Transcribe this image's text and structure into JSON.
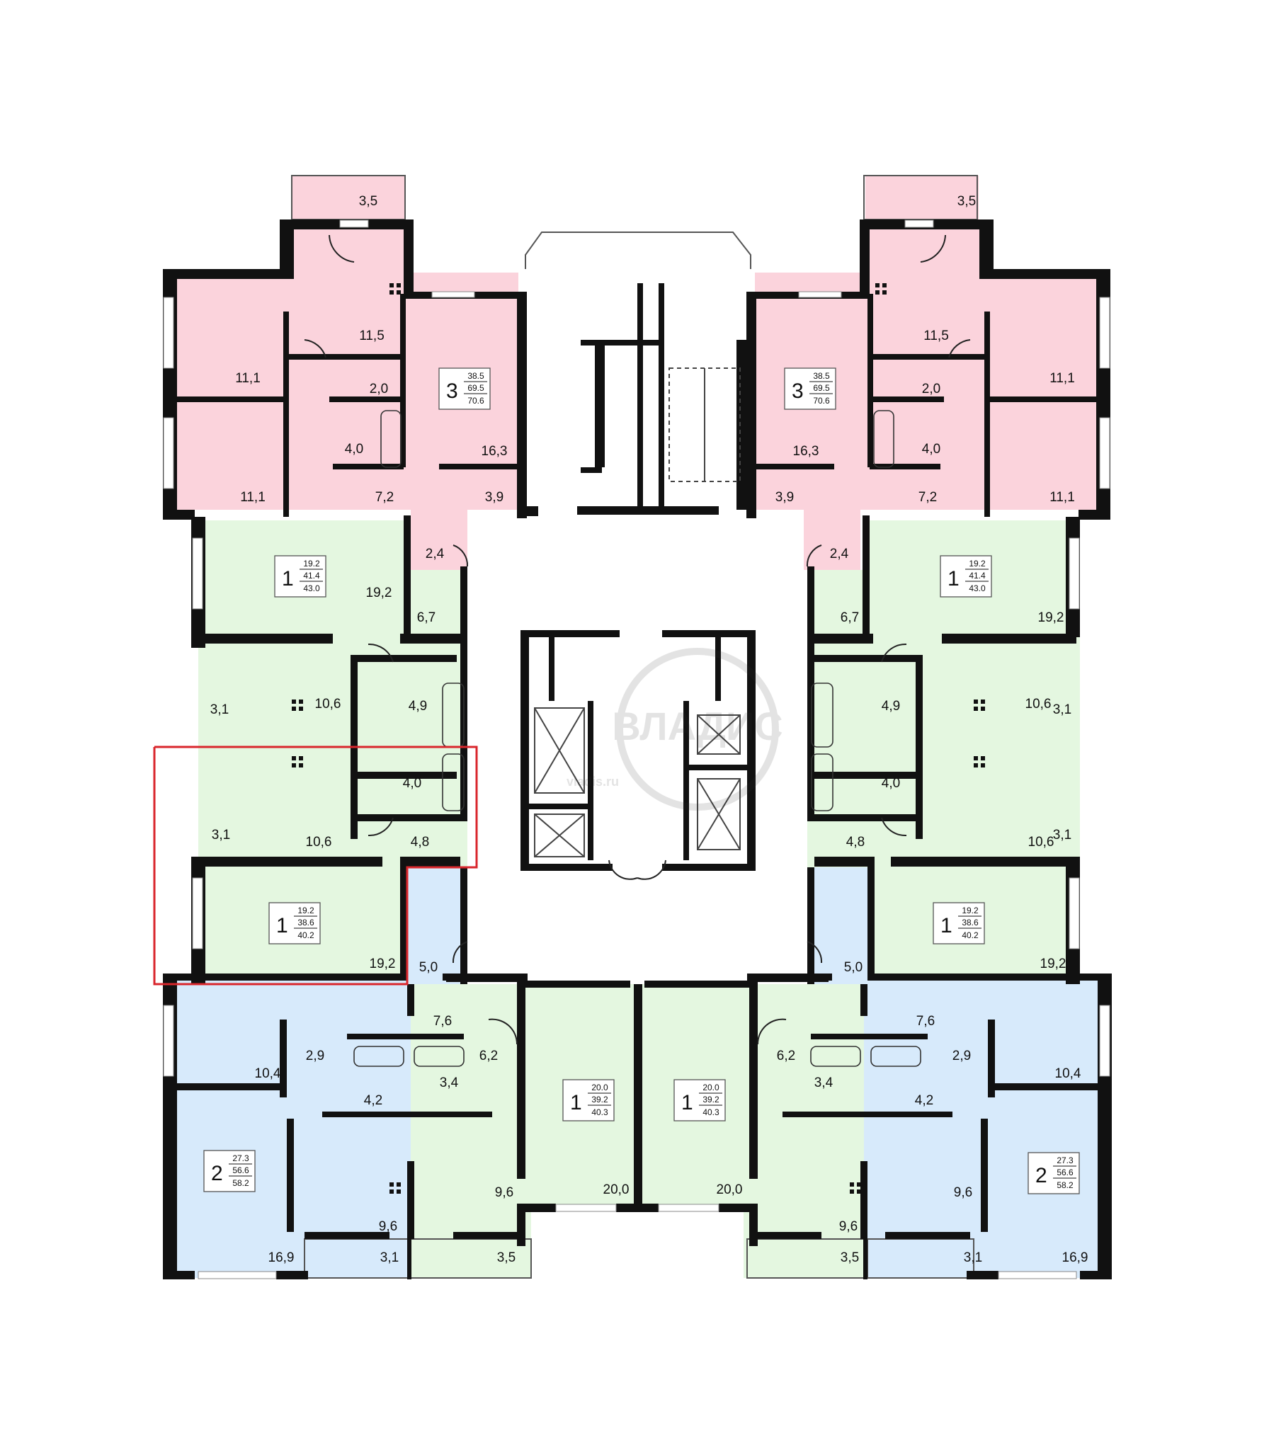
{
  "colors": {
    "three_room": "#fbd3dc",
    "one_room": "#e4f7e0",
    "two_room": "#d7eafb",
    "wall": "#111111",
    "highlight": "#d9262c",
    "window": "#ffffff"
  },
  "watermark": {
    "brand": "ВЛАДИС",
    "site": "vladis.ru"
  },
  "apartment_badges": [
    {
      "id": "t-left",
      "rooms": "3",
      "living": "38.5",
      "total": "69.5",
      "overall": "70.6"
    },
    {
      "id": "t-right",
      "rooms": "3",
      "living": "38.5",
      "total": "69.5",
      "overall": "70.6"
    },
    {
      "id": "g1-left",
      "rooms": "1",
      "living": "19.2",
      "total": "41.4",
      "overall": "43.0"
    },
    {
      "id": "g1-right",
      "rooms": "1",
      "living": "19.2",
      "total": "41.4",
      "overall": "43.0"
    },
    {
      "id": "g2-left",
      "rooms": "1",
      "living": "19.2",
      "total": "38.6",
      "overall": "40.2"
    },
    {
      "id": "g2-right",
      "rooms": "1",
      "living": "19.2",
      "total": "38.6",
      "overall": "40.2"
    },
    {
      "id": "b-left",
      "rooms": "2",
      "living": "27.3",
      "total": "56.6",
      "overall": "58.2"
    },
    {
      "id": "b-right",
      "rooms": "2",
      "living": "27.3",
      "total": "56.6",
      "overall": "58.2"
    },
    {
      "id": "c-left",
      "rooms": "1",
      "living": "20.0",
      "total": "39.2",
      "overall": "40.3"
    },
    {
      "id": "c-right",
      "rooms": "1",
      "living": "20.0",
      "total": "39.2",
      "overall": "40.3"
    }
  ],
  "room_areas": [
    "3,5",
    "11,5",
    "11,1",
    "2,0",
    "4,0",
    "11,1",
    "7,2",
    "16,3",
    "3,9",
    "3,5",
    "11,5",
    "11,1",
    "2,0",
    "4,0",
    "11,1",
    "7,2",
    "16,3",
    "3,9",
    "2,4",
    "19,2",
    "6,7",
    "10,6",
    "4,9",
    "3,1",
    "4,0",
    "3,1",
    "10,6",
    "4,8",
    "19,2",
    "2,4",
    "19,2",
    "6,7",
    "10,6",
    "4,9",
    "3,1",
    "4,0",
    "3,1",
    "10,6",
    "4,8",
    "19,2",
    "5,0",
    "7,6",
    "2,9",
    "10,4",
    "6,2",
    "3,4",
    "4,2",
    "9,6",
    "9,6",
    "16,9",
    "3,1",
    "3,5",
    "5,0",
    "7,6",
    "2,9",
    "10,4",
    "6,2",
    "3,4",
    "4,2",
    "9,6",
    "9,6",
    "16,9",
    "3,1",
    "3,5",
    "20,0",
    "20,0"
  ]
}
